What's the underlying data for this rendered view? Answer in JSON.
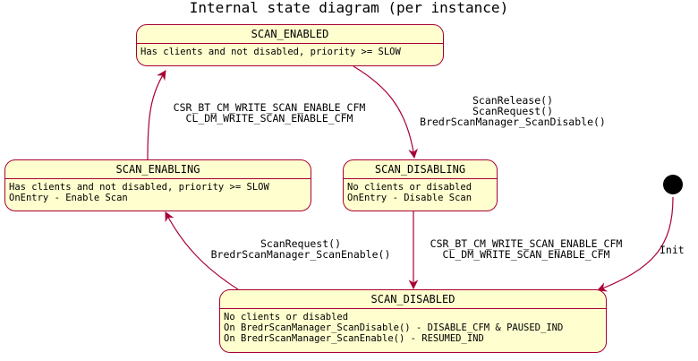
{
  "title": "Internal state diagram (per instance)",
  "colors": {
    "state_fill": "#FEFECE",
    "state_border": "#A80036",
    "arrow": "#A80036",
    "initial": "#000000"
  },
  "states": {
    "enabled": {
      "name": "SCAN_ENABLED",
      "lines": [
        "Has clients and not disabled, priority >= SLOW"
      ]
    },
    "enabling": {
      "name": "SCAN_ENABLING",
      "lines": [
        "Has clients and not disabled, priority >= SLOW",
        "OnEntry - Enable Scan"
      ]
    },
    "disabling": {
      "name": "SCAN_DISABLING",
      "lines": [
        "No clients or disabled",
        "OnEntry - Disable Scan"
      ]
    },
    "disabled": {
      "name": "SCAN_DISABLED",
      "lines": [
        "No clients or disabled",
        "On BredrScanManager_ScanDisable() - DISABLE_CFM & PAUSED_IND",
        "On BredrScanManager_ScanEnable() - RESUMED_IND"
      ]
    }
  },
  "transitions": {
    "enabling_to_enabled": [
      "CSR_BT_CM_WRITE_SCAN_ENABLE_CFM",
      "CL_DM_WRITE_SCAN_ENABLE_CFM"
    ],
    "enabled_to_disabling": [
      "ScanRelease()",
      "ScanRequest()",
      "BredrScanManager_ScanDisable()"
    ],
    "disabling_to_disabled": [
      "CSR_BT_CM_WRITE_SCAN_ENABLE_CFM",
      "CL_DM_WRITE_SCAN_ENABLE_CFM"
    ],
    "disabled_to_enabling": [
      "ScanRequest()",
      "BredrScanManager_ScanEnable()"
    ],
    "initial_to_disabled": [
      "Init"
    ]
  }
}
